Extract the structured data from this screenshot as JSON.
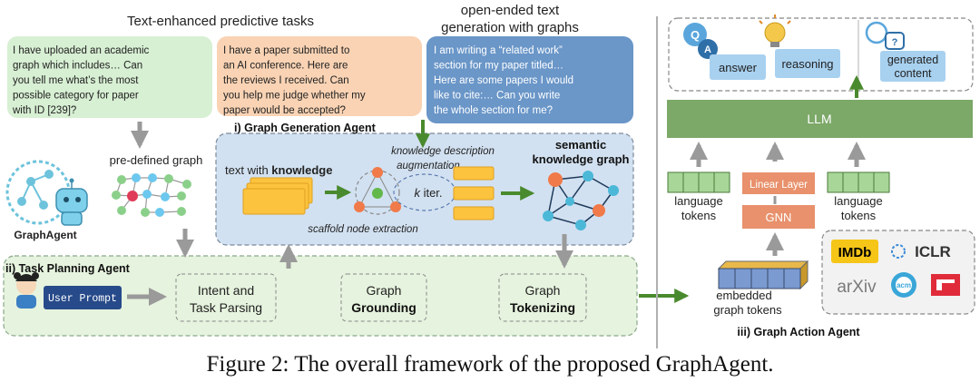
{
  "caption": "Figure 2: The overall framework of the proposed GraphAgent.",
  "headings": {
    "predictive": "Text-enhanced predictive tasks",
    "open_ended_line1": "open-ended text",
    "open_ended_line2": "generation with graphs"
  },
  "prompts": {
    "green": [
      "I have uploaded an academic",
      "graph which includes… Can",
      "you tell me what’s the most",
      "possible category for paper",
      "with ID [239]?"
    ],
    "orange": [
      "I have a paper submitted to",
      "an AI conference. Here are",
      "the reviews I received. Can",
      "you help me judge whether my",
      "paper would be accepted?"
    ],
    "blue": [
      "I am writing a “related work”",
      "section for my paper titled…",
      "Here are some papers I would",
      "like to cite:… Can you write",
      "the whole section for me?"
    ]
  },
  "graph_agent": {
    "name": "GraphAgent",
    "predefined_graph": "pre-defined graph"
  },
  "generation_agent": {
    "title": "i) Graph Generation Agent",
    "text_with": "text with ",
    "knowledge": "knowledge",
    "kda_line1": "knowledge description",
    "kda_line2": "augmentation",
    "k_iter_k": "k",
    "k_iter_rest": " iter.",
    "semantic_line1": "semantic",
    "semantic_line2": "knowledge graph",
    "scaffold": "scaffold node extraction"
  },
  "planning_agent": {
    "title": "ii) Task Planning Agent",
    "user_prompt": "User Prompt",
    "intent_line1": "Intent and",
    "intent_line2": "Task Parsing",
    "grounding_line1": "Graph",
    "grounding_line2": "Grounding",
    "tokenizing_line1": "Graph",
    "tokenizing_line2": "Tokenizing"
  },
  "action_agent": {
    "title": "iii) Graph Action Agent",
    "answer": "answer",
    "reasoning": "reasoning",
    "generated_line1": "generated",
    "generated_line2": "content",
    "llm": "LLM",
    "linear_layer": "Linear Layer",
    "gnn": "GNN",
    "language_tokens_line1": "language",
    "language_tokens_line2": "tokens",
    "embedded_line1": "embedded",
    "embedded_line2": "graph tokens",
    "logos": {
      "imdb": "IMDb",
      "iclr": "ICLR",
      "arxiv": "arXiv",
      "acm": "acm"
    }
  },
  "colors": {
    "green_bubble": "#d7efd3",
    "orange_bubble": "#f9d3b4",
    "blue_bubble": "#6a96c8",
    "llm_green": "#7ca868",
    "arrow_green": "#4a8a2e",
    "gnn_orange": "#e8916c",
    "gen_bg": "#d2e1f1",
    "plan_bg": "#e6f3de",
    "chip_blue": "#a8d1f0"
  }
}
